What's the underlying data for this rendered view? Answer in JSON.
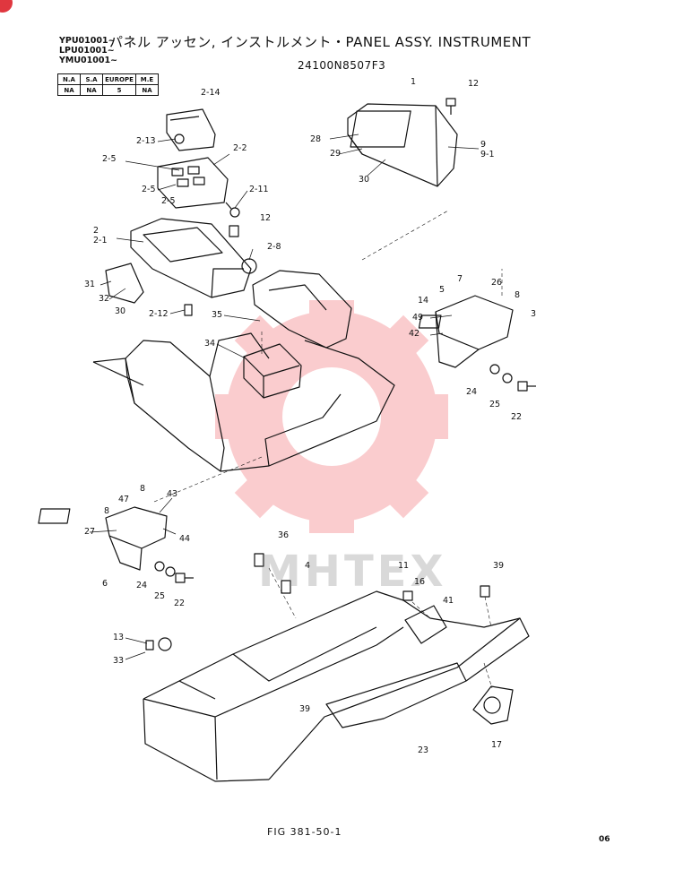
{
  "header": {
    "title": "パネル アッセン, インストルメント・PANEL ASSY. INSTRUMENT",
    "serials": [
      "YPU01001~",
      "LPU01001~",
      "YMU01001~"
    ],
    "part_number": "24100N8507F3"
  },
  "availability_table": {
    "headers": [
      "N.A",
      "S.A",
      "EUROPE",
      "M.E"
    ],
    "values": [
      "NA",
      "NA",
      "5",
      "NA"
    ]
  },
  "callouts": {
    "c1": "1",
    "c12a": "12",
    "c28": "28",
    "c29": "29",
    "c30a": "30",
    "c9": "9",
    "c9_1": "9-1",
    "c2_14": "2-14",
    "c2_13": "2-13",
    "c2_2": "2-2",
    "c2_5a": "2-5",
    "c2_5b": "2-5",
    "c2_5c": "2-5",
    "c2_11": "2-11",
    "c12b": "12",
    "c2": "2",
    "c2_1": "2-1",
    "c2_8": "2-8",
    "c31": "31",
    "c32": "32",
    "c30b": "30",
    "c2_12": "2-12",
    "c35": "35",
    "c34": "34",
    "c7": "7",
    "c5": "5",
    "c26": "26",
    "c8a": "8",
    "c14": "14",
    "c3": "3",
    "c49": "49",
    "c42": "42",
    "c24a": "24",
    "c25a": "25",
    "c22a": "22",
    "c8b": "8",
    "c47": "47",
    "c43": "43",
    "c8c": "8",
    "c27": "27",
    "c44": "44",
    "c6": "6",
    "c24b": "24",
    "c25b": "25",
    "c22b": "22",
    "c36": "36",
    "c4": "4",
    "c11": "11",
    "c16": "16",
    "c39a": "39",
    "c41": "41",
    "c13": "13",
    "c33": "33",
    "c39b": "39",
    "c23": "23",
    "c17": "17"
  },
  "watermark": {
    "text": "MHTEX",
    "color": "#ef4a52"
  },
  "footer": {
    "figure": "FIG 381-50-1",
    "page": "06"
  }
}
